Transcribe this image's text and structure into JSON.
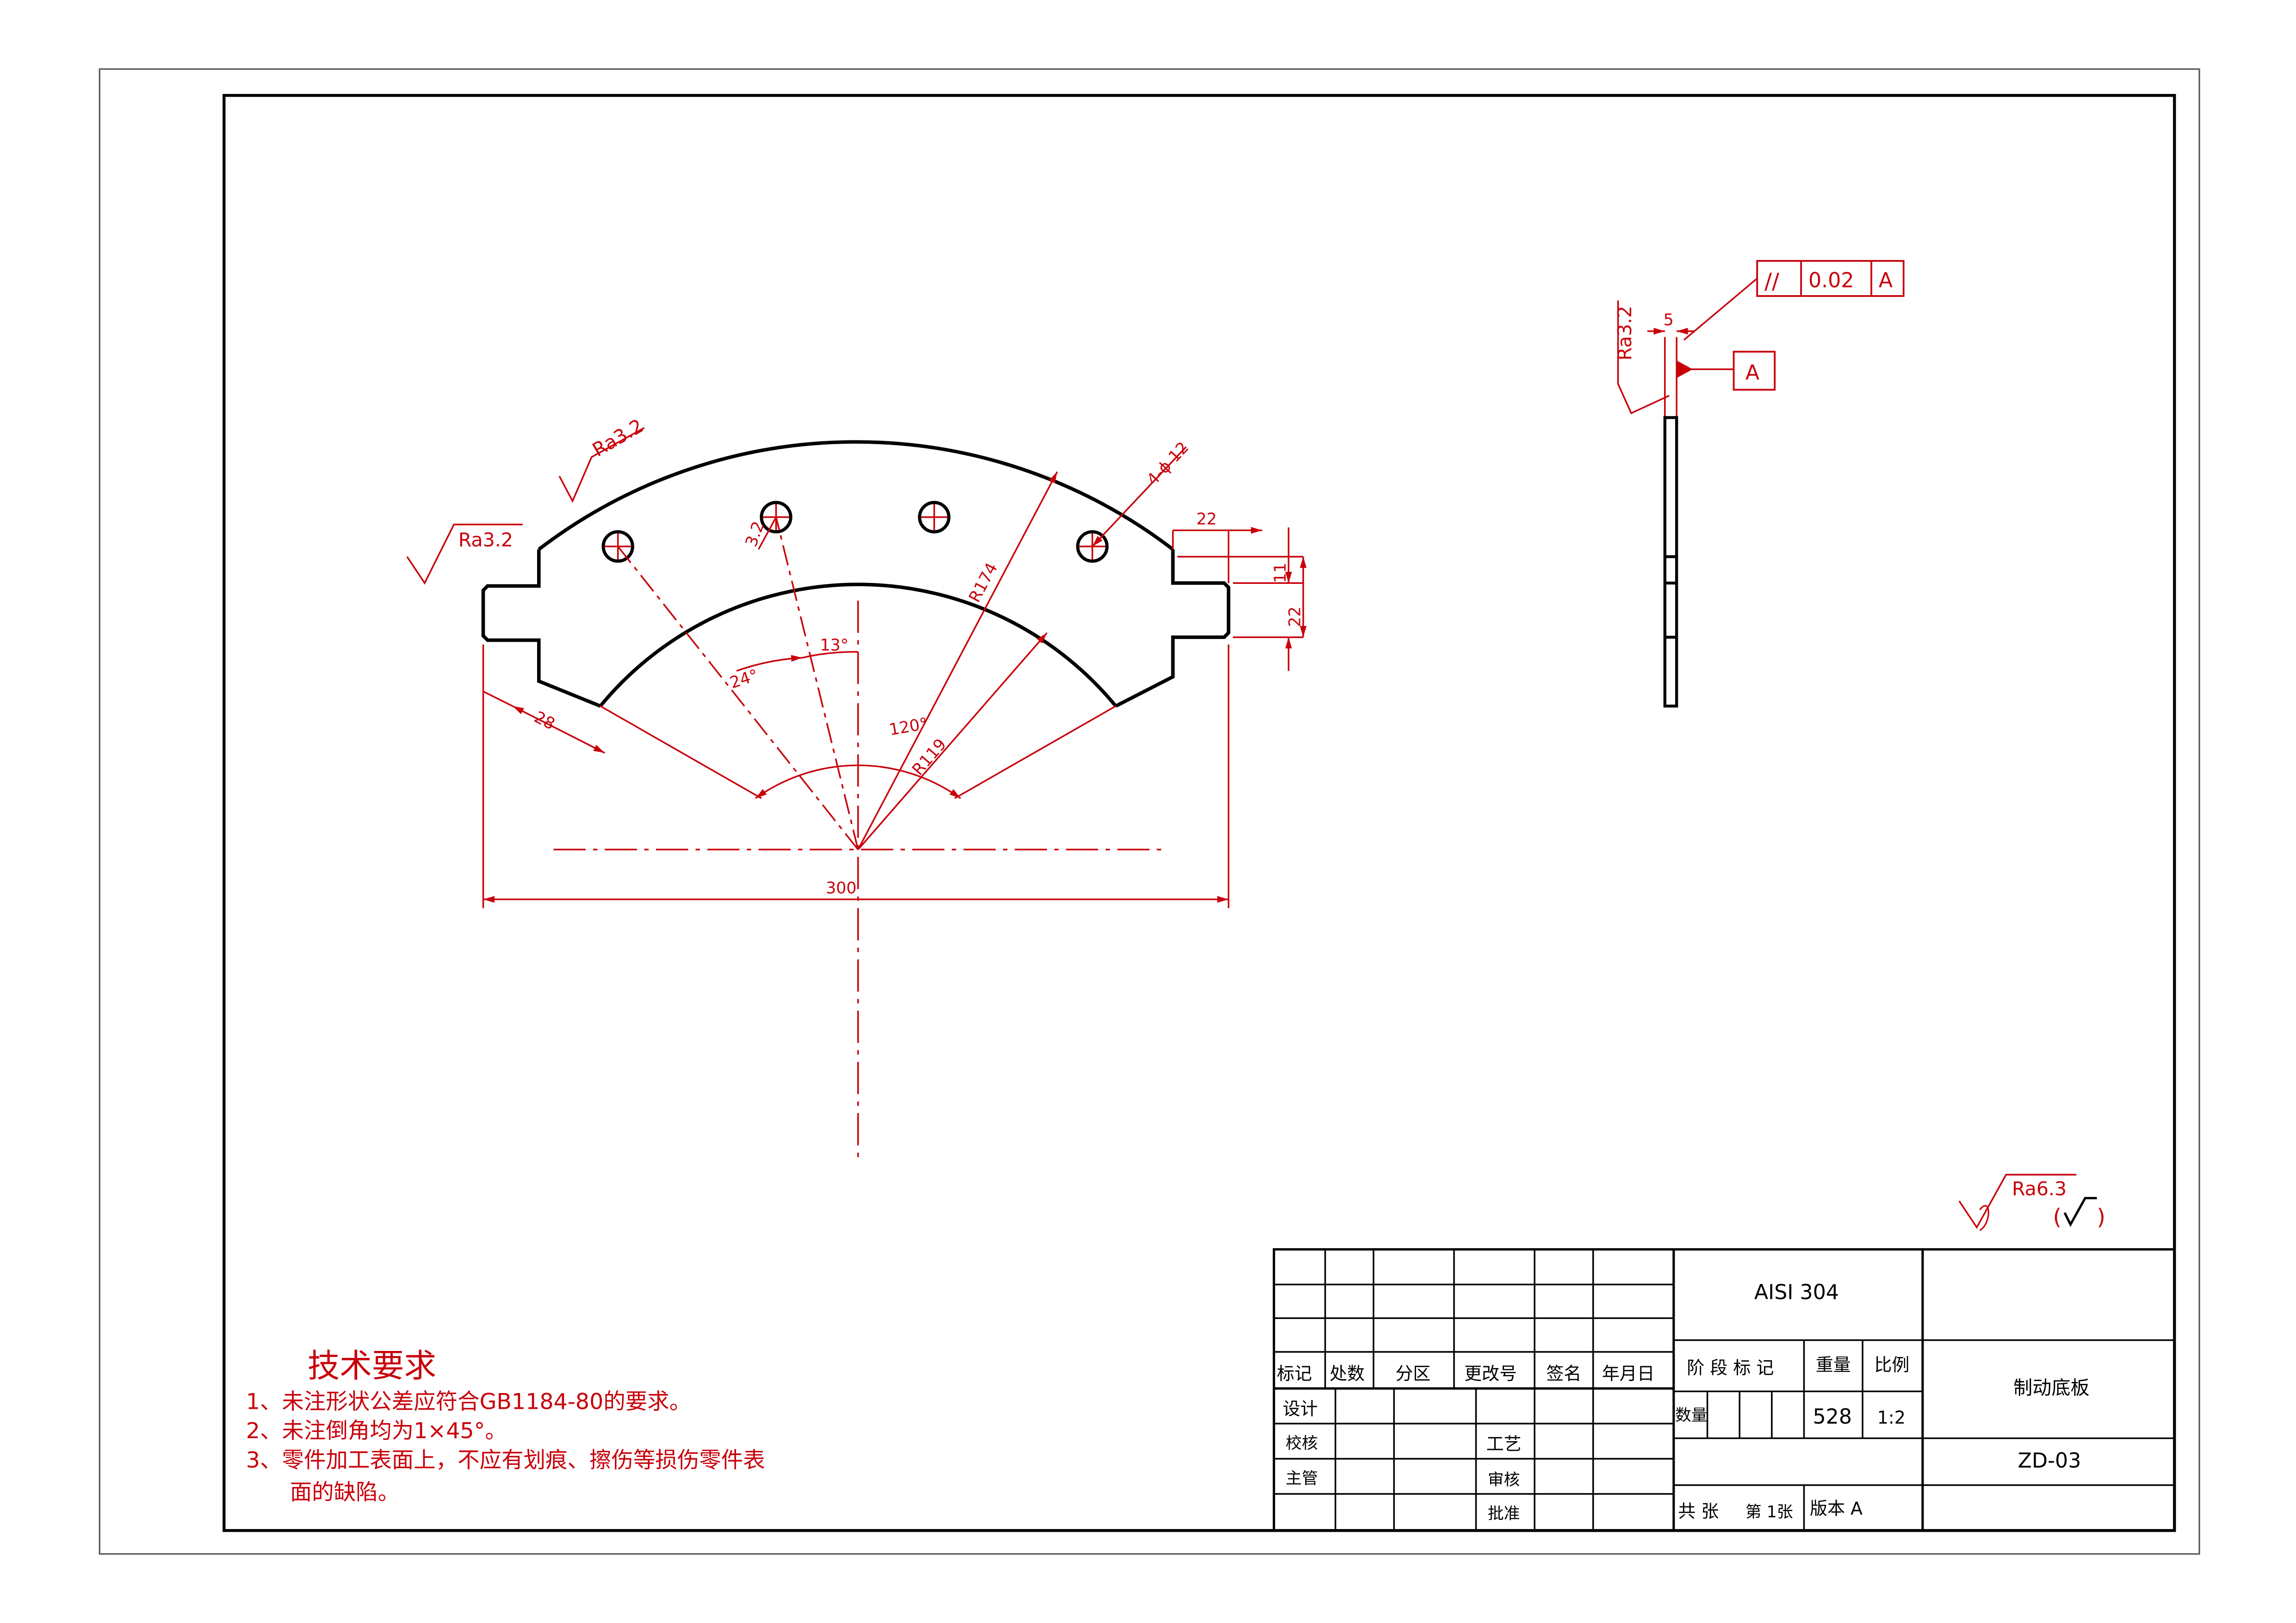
{
  "dimensions": {
    "overall_width": "300",
    "slot_width": "22",
    "slot_depth": "11",
    "slot_height": "22",
    "edge_offset": "28",
    "inner_radius": "R119",
    "outer_radius": "R174",
    "hole_spec": "4-ϕ 12",
    "hole_pitch_radius": "3.2",
    "angle_24": "24°",
    "angle_13": "13°",
    "angle_120": "120°",
    "thickness": "5"
  },
  "roughness": {
    "left_flat": "Ra3.2",
    "outer_arc": "Ra3.2",
    "side_view": "Ra3.2",
    "general": "Ra6.3",
    "general_paren_open": "(",
    "general_paren_close": ")"
  },
  "tolerance": {
    "symbol": "//",
    "value": "0.02",
    "datum_ref": "A",
    "datum_label": "A"
  },
  "tech_requirements": {
    "title": "技术要求",
    "item1": "1、未注形状公差应符合GB1184-80的要求。",
    "item2": "2、未注倒角均为1×45°。",
    "item3a": "3、零件加工表面上，不应有划痕、擦伤等损伤零件表",
    "item3b": "面的缺陷。"
  },
  "title_block": {
    "material": "AISI 304",
    "part_name": "制动底板",
    "drawing_no": "ZD-03",
    "label_mark": "标记",
    "label_count": "处数",
    "label_zone": "分区",
    "label_change_no": "更改号",
    "label_sign": "签名",
    "label_date": "年月日",
    "label_design": "设计",
    "label_check": "校核",
    "label_chief": "主管",
    "label_process": "工艺",
    "label_review": "审核",
    "label_approve": "批准",
    "label_stage": "阶 段 标 记",
    "label_weight": "重量",
    "label_scale": "比例",
    "label_qty": "数量",
    "weight": "528",
    "scale": "1:2",
    "sheets_total": "共  张",
    "sheet_no": "第 1张",
    "version": "版本 A"
  }
}
